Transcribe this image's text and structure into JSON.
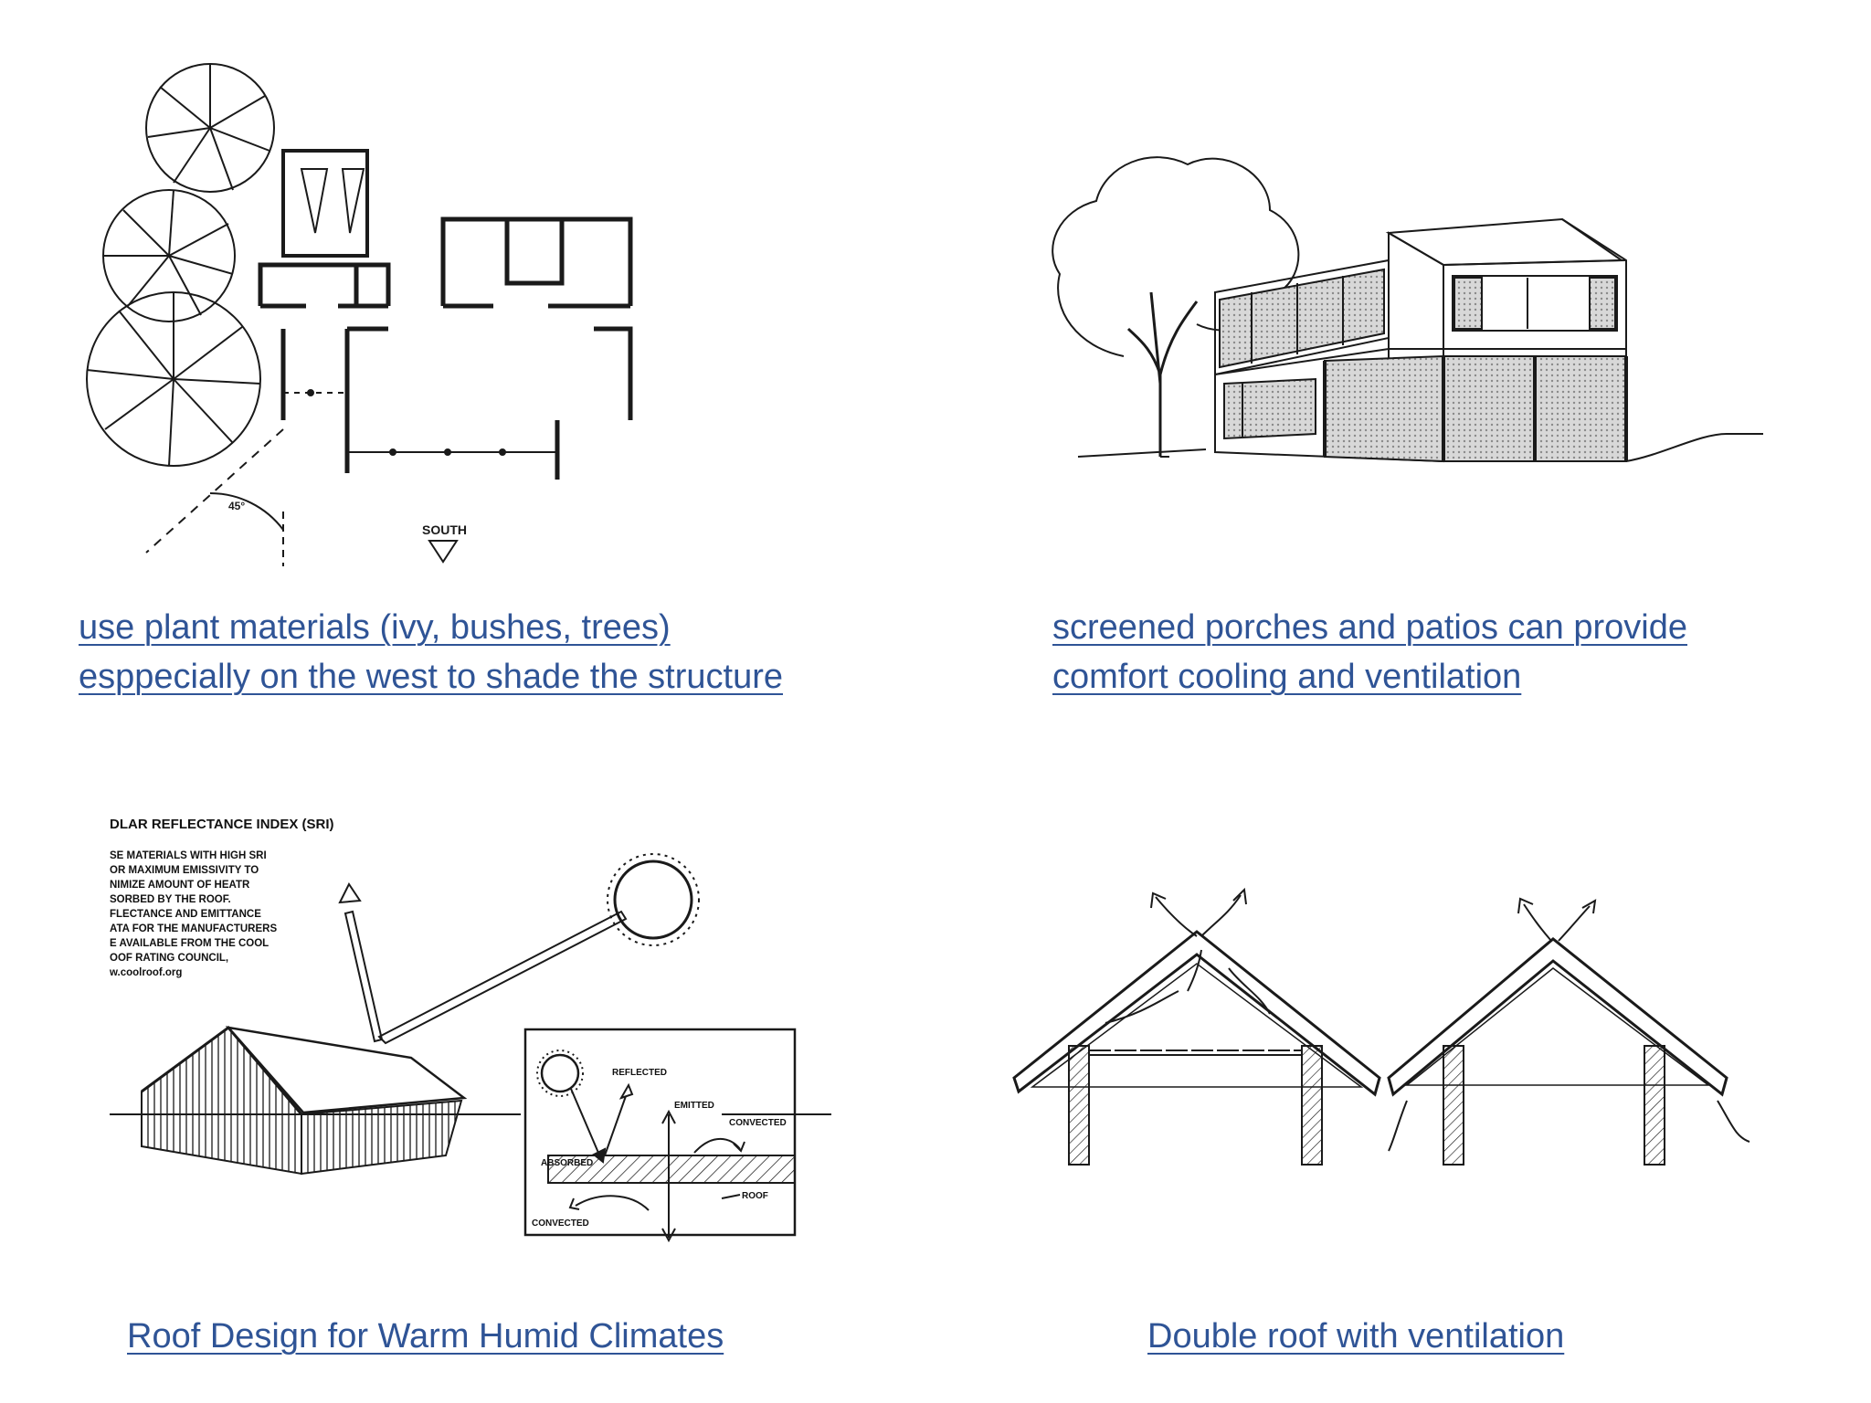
{
  "captions": {
    "plants": [
      "use plant materials (ivy, bushes, trees)",
      "esppecially on the west to shade the structure"
    ],
    "porches": [
      "screened porches and patios can provide",
      "comfort cooling and ventilation"
    ],
    "roof_design": "Roof Design for Warm Humid Climates",
    "double_roof": "Double roof with  ventilation"
  },
  "plan": {
    "angle_label": "45°",
    "south_label": "SOUTH"
  },
  "sri": {
    "title": "DLAR REFLECTANCE INDEX (SRI)",
    "body_lines": [
      "SE MATERIALS WITH HIGH SRI",
      "OR MAXIMUM EMISSIVITY TO",
      "NIMIZE AMOUNT OF HEATR",
      "SORBED BY THE ROOF.",
      "FLECTANCE AND EMITTANCE",
      "ATA FOR THE MANUFACTURERS",
      "E AVAILABLE FROM THE COOL",
      "OOF RATING COUNCIL,",
      "w.coolroof.org"
    ],
    "inset": {
      "reflected": "REFLECTED",
      "emitted": "EMITTED",
      "convected_top": "CONVECTED",
      "absorbed": "ABSORBED",
      "roof": "ROOF",
      "convected_bottom": "CONVECTED"
    }
  },
  "colors": {
    "link": "#2f5496",
    "line": "#1a1a1a"
  }
}
